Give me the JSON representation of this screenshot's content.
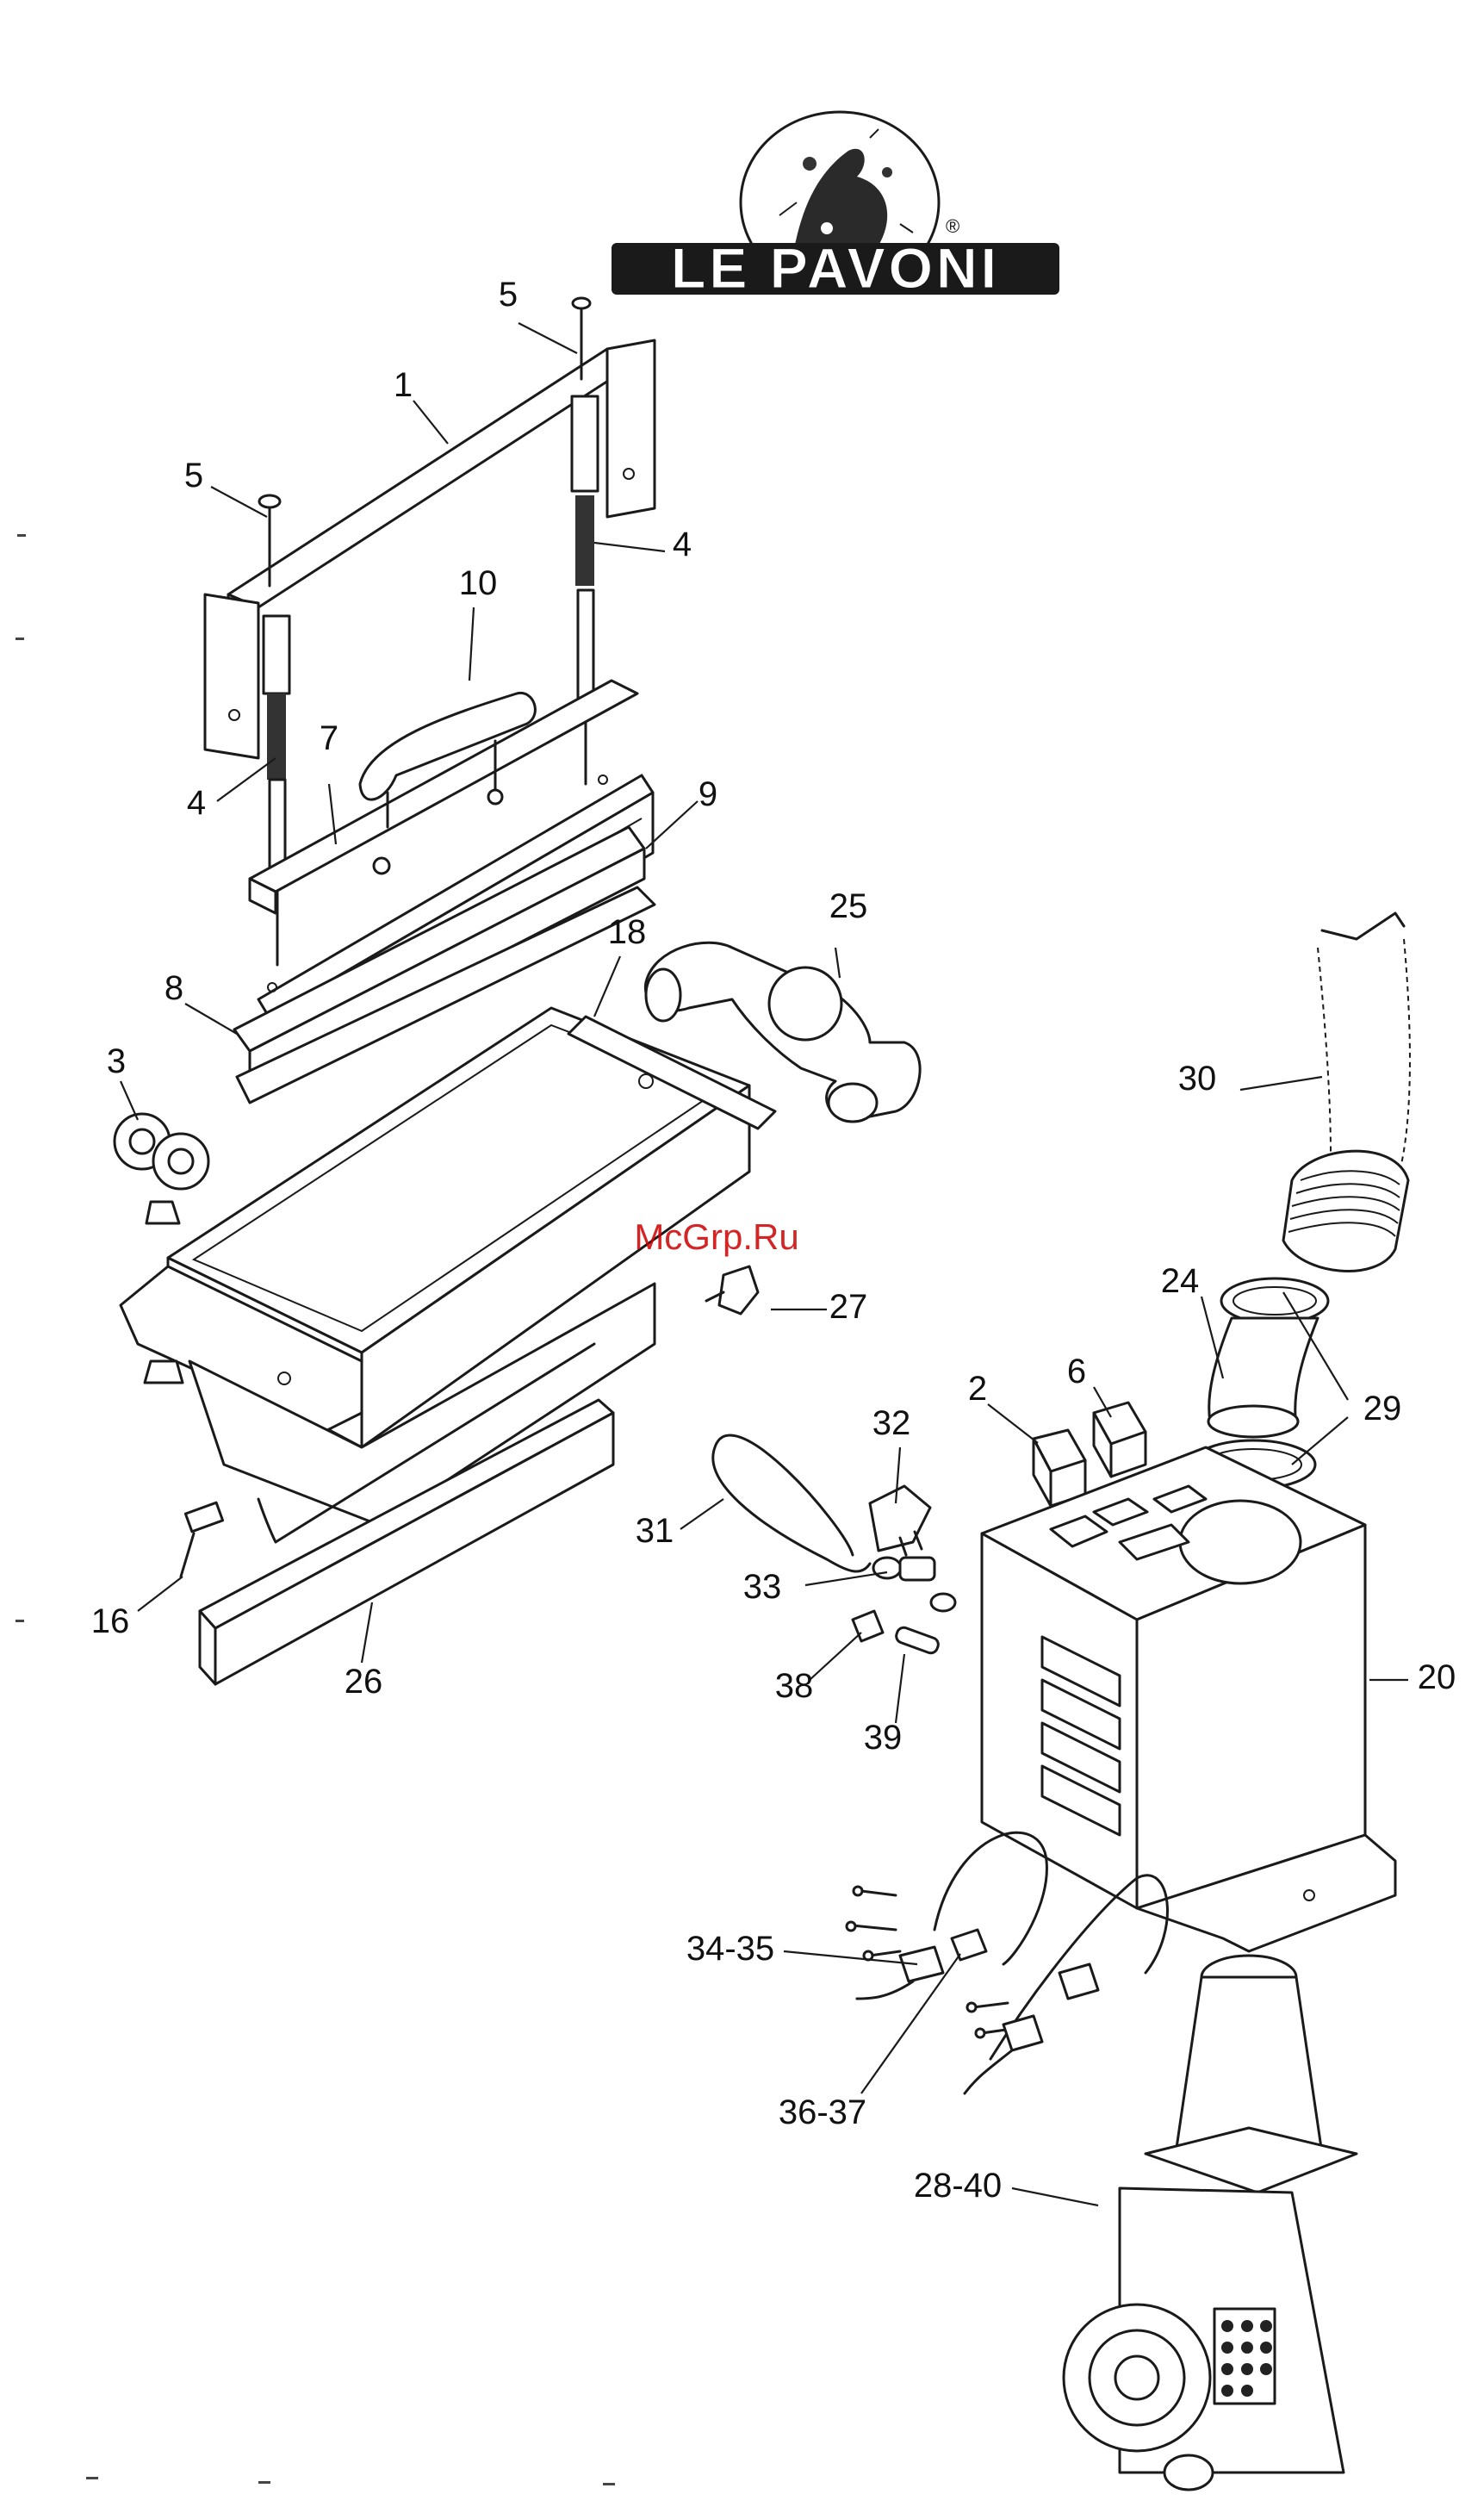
{
  "logo": {
    "brand": "LE PAVONI",
    "registered_mark": "®"
  },
  "watermark": "McGrp.Ru",
  "callouts": [
    "1",
    "2",
    "3",
    "4",
    "4",
    "5",
    "5",
    "6",
    "7",
    "8",
    "9",
    "10",
    "16",
    "18",
    "20",
    "24",
    "25",
    "26",
    "27",
    "29",
    "30",
    "31",
    "32",
    "33",
    "34-35",
    "36-37",
    "38",
    "39",
    "28-40"
  ],
  "colors": {
    "ink": "#1a1a1a",
    "paper": "#ffffff",
    "watermark": "#cc0000"
  }
}
